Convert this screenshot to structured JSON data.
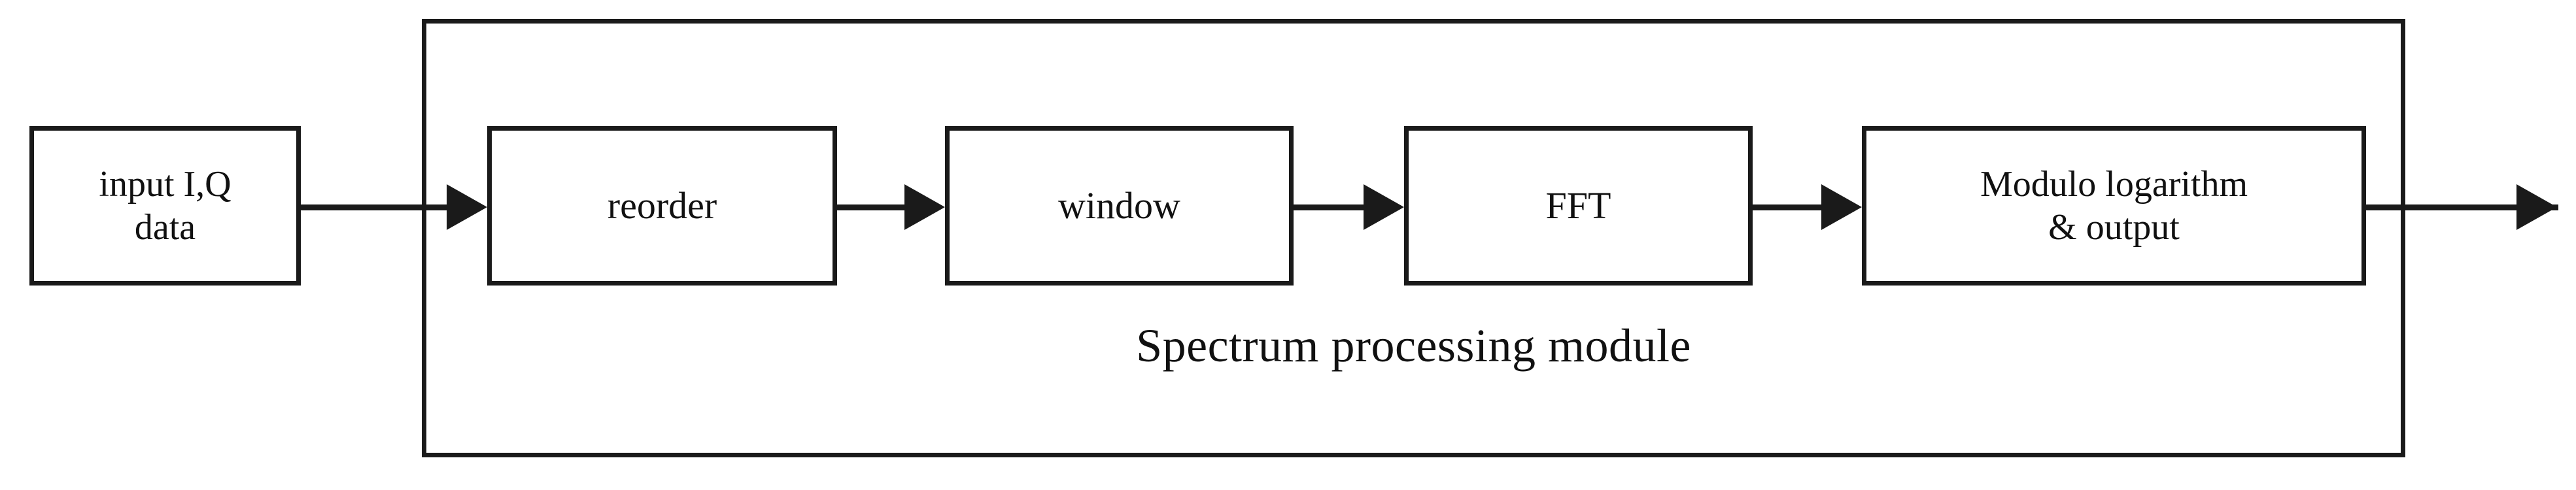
{
  "diagram": {
    "type": "block-flow-diagram",
    "title": "Spectrum processing module",
    "external_nodes": [
      {
        "id": "input",
        "label_line1": "input I,Q",
        "label_line2": "data"
      }
    ],
    "group": {
      "label": "Spectrum processing module",
      "nodes": [
        {
          "id": "reorder",
          "label_line1": "reorder",
          "label_line2": ""
        },
        {
          "id": "window",
          "label_line1": "window",
          "label_line2": ""
        },
        {
          "id": "fft",
          "label_line1": "FFT",
          "label_line2": ""
        },
        {
          "id": "modulo",
          "label_line1": "Modulo logarithm",
          "label_line2": "& output"
        }
      ]
    },
    "connections": [
      {
        "from": "input",
        "to": "reorder",
        "arrow": "right"
      },
      {
        "from": "reorder",
        "to": "window",
        "arrow": "right"
      },
      {
        "from": "window",
        "to": "fft",
        "arrow": "right"
      },
      {
        "from": "fft",
        "to": "modulo",
        "arrow": "right"
      },
      {
        "from": "modulo",
        "to": "output",
        "arrow": "right"
      }
    ],
    "colors": {
      "line": "#1a1a1a",
      "text": "#111111",
      "background": "#ffffff"
    }
  }
}
